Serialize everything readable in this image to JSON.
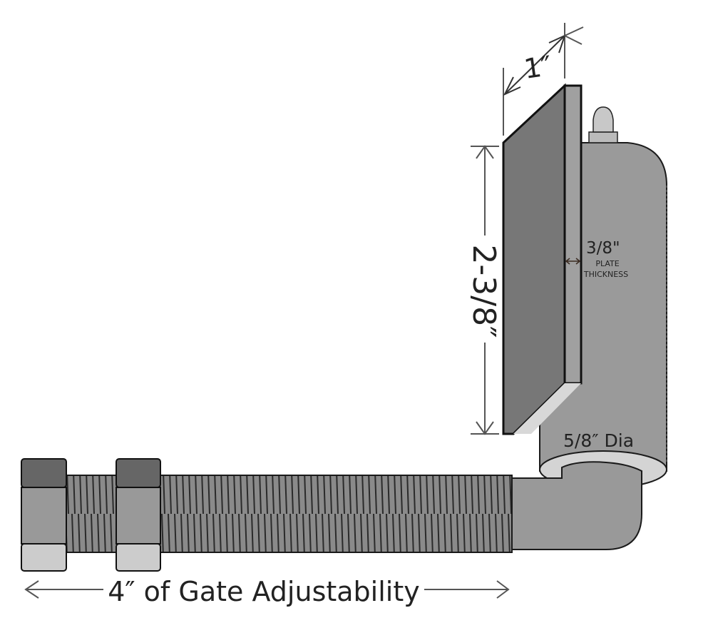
{
  "labels": {
    "plate_width": "1″",
    "plate_height": "2-3/8″",
    "plate_thickness_value": "3/8\"",
    "plate_thickness_line1": "PLATE",
    "plate_thickness_line2": "THICKNESS",
    "pin_diameter": "5/8″ Dia",
    "adjustability": "4″ of Gate Adjustability"
  },
  "colors": {
    "plate_face": "#777777",
    "plate_edge": "#a0a0a0",
    "barrel": "#9a9a9a",
    "ring": "#d4d4d4",
    "outline": "#1a1a1a"
  }
}
